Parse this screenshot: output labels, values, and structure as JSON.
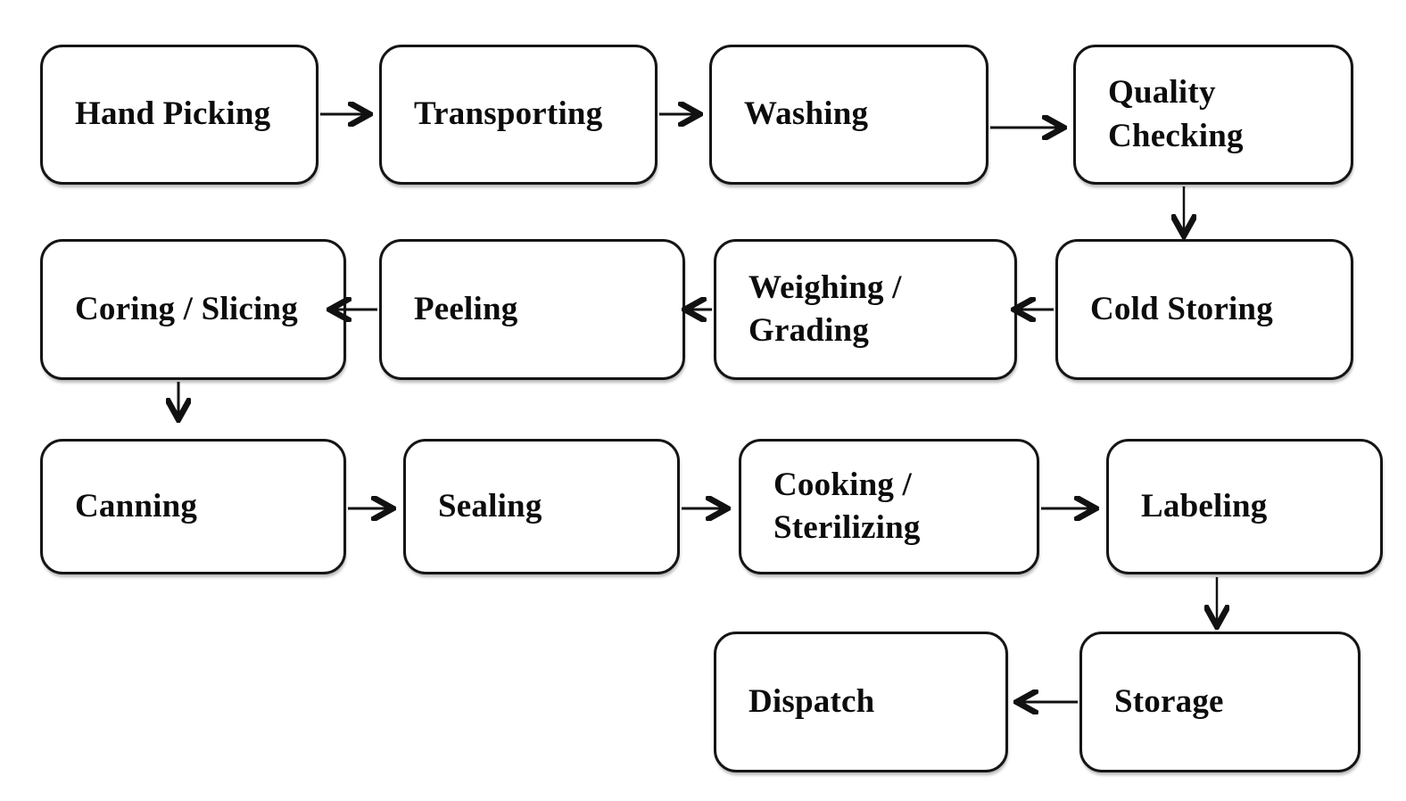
{
  "diagram": {
    "type": "flowchart",
    "colors": {
      "node_fill": "#ffffff",
      "node_border": "#151515",
      "arrow": "#111111",
      "text": "#0c0c0c",
      "background": "#ffffff"
    },
    "nodes": [
      {
        "id": "hand-picking",
        "label": "Hand Picking"
      },
      {
        "id": "transporting",
        "label": "Transporting"
      },
      {
        "id": "washing",
        "label": "Washing"
      },
      {
        "id": "quality-checking",
        "label": "Quality\nChecking"
      },
      {
        "id": "cold-storing",
        "label": "Cold Storing"
      },
      {
        "id": "weighing-grading",
        "label": "Weighing /\nGrading"
      },
      {
        "id": "peeling",
        "label": "Peeling"
      },
      {
        "id": "coring-slicing",
        "label": "Coring / Slicing"
      },
      {
        "id": "canning",
        "label": "Canning"
      },
      {
        "id": "sealing",
        "label": "Sealing"
      },
      {
        "id": "cooking-sterilizing",
        "label": "Cooking /\nSterilizing"
      },
      {
        "id": "labeling",
        "label": "Labeling"
      },
      {
        "id": "storage",
        "label": "Storage"
      },
      {
        "id": "dispatch",
        "label": "Dispatch"
      }
    ],
    "edges": [
      {
        "from": "hand-picking",
        "to": "transporting",
        "direction": "right"
      },
      {
        "from": "transporting",
        "to": "washing",
        "direction": "right"
      },
      {
        "from": "washing",
        "to": "quality-checking",
        "direction": "right"
      },
      {
        "from": "quality-checking",
        "to": "cold-storing",
        "direction": "down"
      },
      {
        "from": "cold-storing",
        "to": "weighing-grading",
        "direction": "left"
      },
      {
        "from": "weighing-grading",
        "to": "peeling",
        "direction": "left"
      },
      {
        "from": "peeling",
        "to": "coring-slicing",
        "direction": "left"
      },
      {
        "from": "coring-slicing",
        "to": "canning",
        "direction": "down"
      },
      {
        "from": "canning",
        "to": "sealing",
        "direction": "right"
      },
      {
        "from": "sealing",
        "to": "cooking-sterilizing",
        "direction": "right"
      },
      {
        "from": "cooking-sterilizing",
        "to": "labeling",
        "direction": "right"
      },
      {
        "from": "labeling",
        "to": "storage",
        "direction": "down"
      },
      {
        "from": "storage",
        "to": "dispatch",
        "direction": "left"
      }
    ]
  }
}
